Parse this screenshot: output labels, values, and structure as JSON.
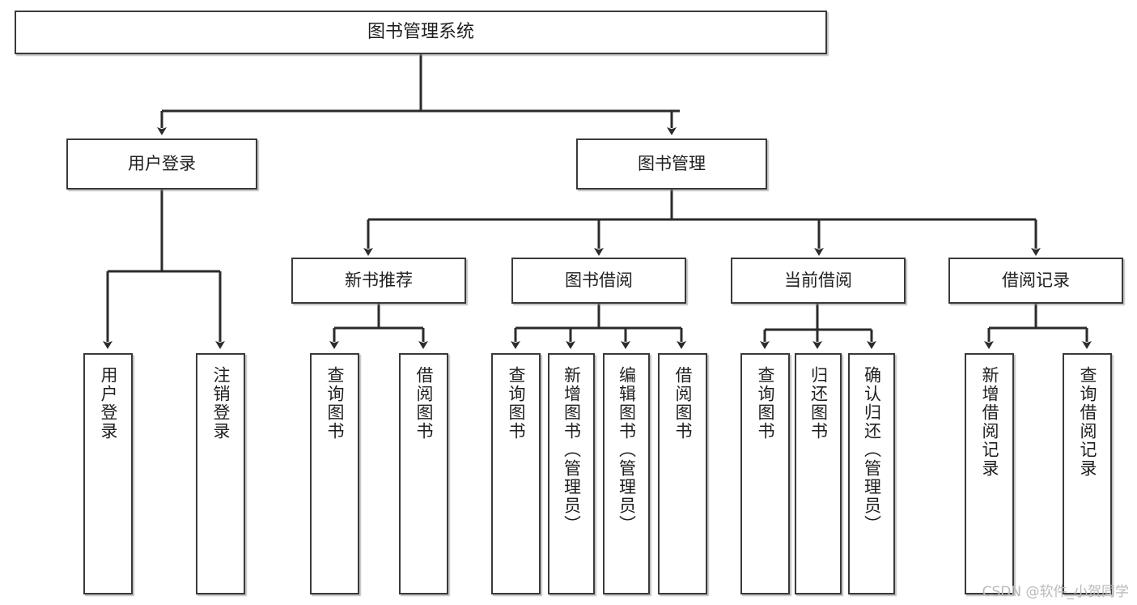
{
  "diagram": {
    "title": "图书管理系统",
    "root": {
      "label": "图书管理系统"
    },
    "level2": [
      {
        "label": "用户登录"
      },
      {
        "label": "图书管理"
      }
    ],
    "level3": [
      {
        "label": "新书推荐"
      },
      {
        "label": "图书借阅"
      },
      {
        "label": "当前借阅"
      },
      {
        "label": "借阅记录"
      }
    ],
    "leaves": {
      "user_login": [
        {
          "label": "用户登录"
        },
        {
          "label": "注销登录"
        }
      ],
      "new_book_recommend": [
        {
          "label": "查询图书"
        },
        {
          "label": "借阅图书"
        }
      ],
      "book_borrow": [
        {
          "label": "查询图书"
        },
        {
          "label": "新增图书（管理员）"
        },
        {
          "label": "编辑图书（管理员）"
        },
        {
          "label": "借阅图书"
        }
      ],
      "current_borrow": [
        {
          "label": "查询图书"
        },
        {
          "label": "归还图书"
        },
        {
          "label": "确认归还（管理员）"
        }
      ],
      "borrow_record": [
        {
          "label": "新增借阅记录"
        },
        {
          "label": "查询借阅记录"
        }
      ]
    }
  },
  "watermark": {
    "text": "CSDN @软件_小贺同学"
  },
  "colors": {
    "border": "#3a3a3a",
    "background": "#ffffff",
    "text": "#1f1f1f",
    "connector": "#2b2b2b",
    "watermark": "#b9b9b9"
  }
}
